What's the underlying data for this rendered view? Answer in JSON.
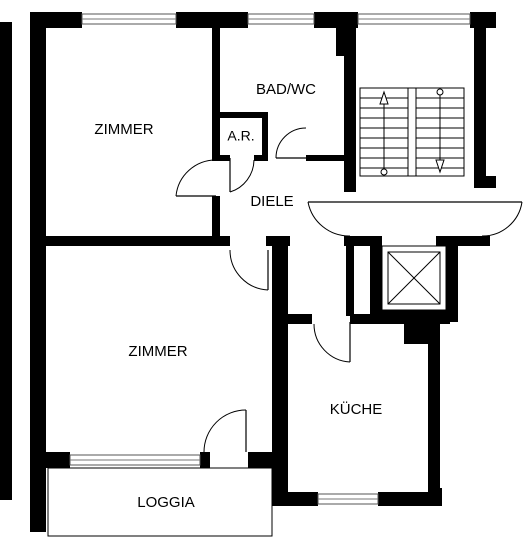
{
  "plan": {
    "rooms": {
      "zimmer_top": "ZIMMER",
      "bad_wc": "BAD/WC",
      "ar": "A.R.",
      "diele": "DIELE",
      "zimmer_bottom": "ZIMMER",
      "kueche": "KÜCHE",
      "loggia": "LOGGIA"
    },
    "colors": {
      "wall": "#000000",
      "background": "#ffffff"
    }
  }
}
